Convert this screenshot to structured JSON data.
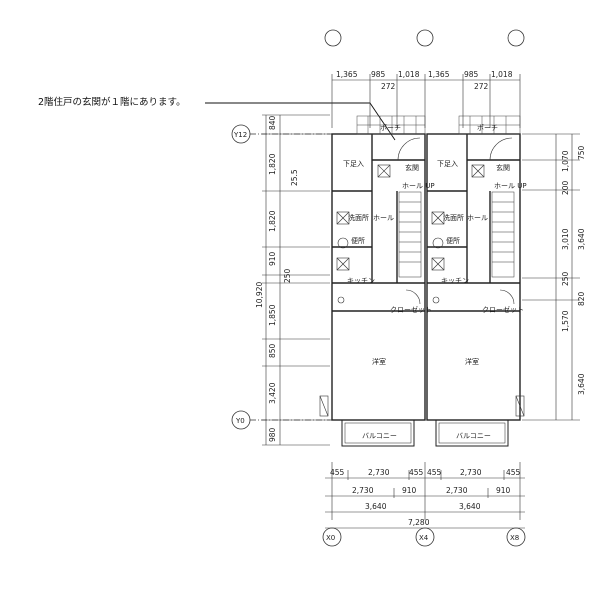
{
  "note": "2階住戸の玄関が１階にあります。",
  "grid_labels": {
    "y12": "Y12",
    "y0": "Y0",
    "x0": "X0",
    "x4": "X4",
    "x8": "X8"
  },
  "top_dims": [
    "1,365",
    "985",
    "1,018",
    "1,365",
    "985",
    "1,018"
  ],
  "top_small": [
    "272",
    "272"
  ],
  "left_dims": [
    "840",
    "1,820",
    "1,820",
    "910",
    "250",
    "1,850",
    "850",
    "3,420",
    "980"
  ],
  "left_total": "10,920",
  "right_dims": [
    "750",
    "1,070",
    "200",
    "3,010",
    "3,640",
    "250",
    "820",
    "1,570",
    "3,640"
  ],
  "small_left": "25.5",
  "bottom_row1": [
    "455",
    "2,730",
    "455",
    "455",
    "2,730",
    "455"
  ],
  "bottom_row2": [
    "2,730",
    "910",
    "2,730",
    "910"
  ],
  "bottom_row3": [
    "3,640",
    "3,640"
  ],
  "bottom_total": "7,280",
  "rooms": {
    "genkan": "玄関",
    "hall_up": "ホール\nUP",
    "hall": "ホール",
    "senmen": "洗面所",
    "toilet": "便所",
    "kitchen": "キッチン",
    "closet": "クローゼット",
    "western": "洋室",
    "balcony": "バルコニー",
    "porch": "ポーチ",
    "shoes": "下足入"
  }
}
